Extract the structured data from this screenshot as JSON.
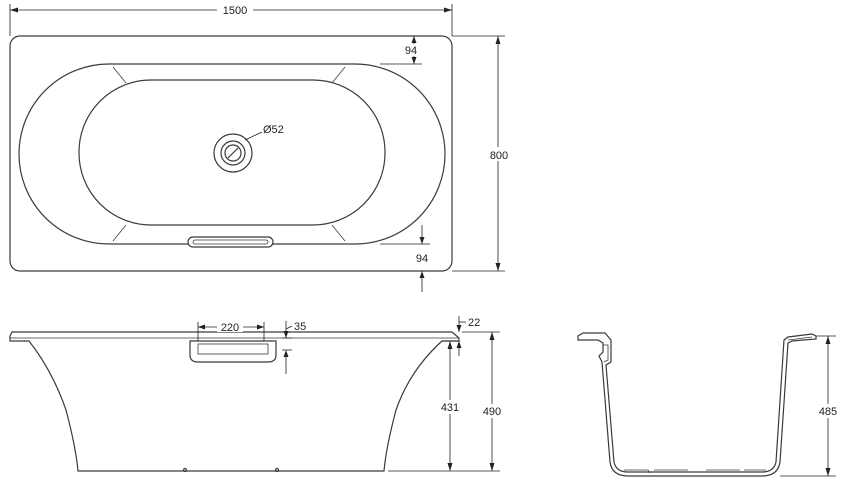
{
  "dimensions": {
    "top_view": {
      "overall_length": "1500",
      "overall_width": "800",
      "rim_top": "94",
      "rim_bottom": "94",
      "drain_diameter": "Ø52"
    },
    "side_view": {
      "handle_length": "220",
      "handle_offset": "35",
      "rim_thickness": "22",
      "inner_depth": "431",
      "total_height": "490"
    },
    "section_view": {
      "height": "485"
    }
  }
}
